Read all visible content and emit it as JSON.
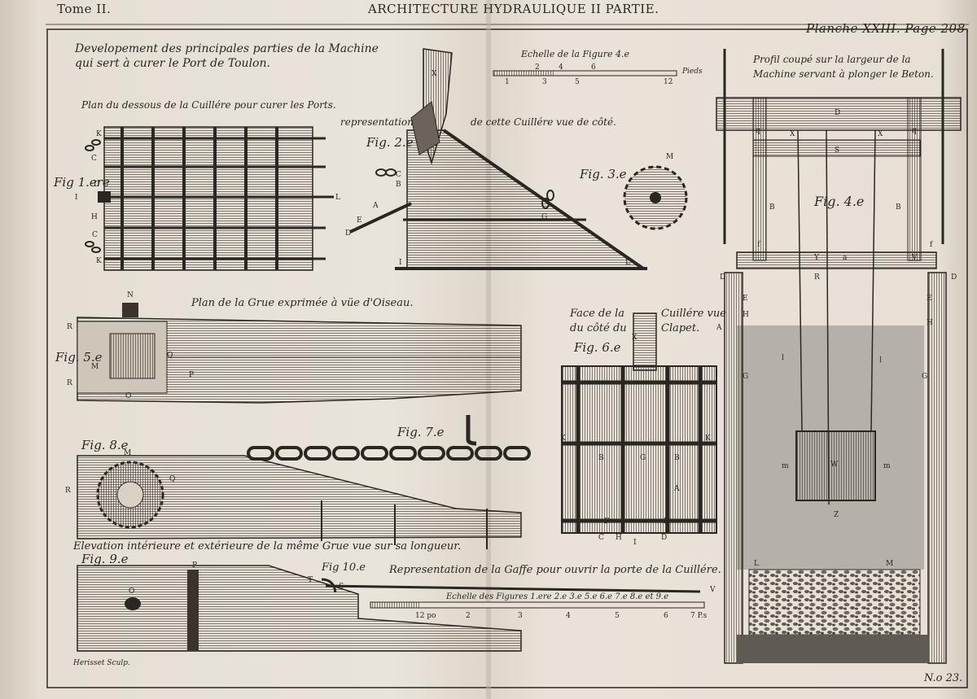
{
  "header": {
    "tome": "Tome II.",
    "title": "ARCHITECTURE HYDRAULIQUE II PARTIE.",
    "planche": "Planche XXIII. Page 208."
  },
  "captions": {
    "main_title_1": "Developement des principales parties de la Machine",
    "main_title_2": "qui sert à curer le Port de Toulon.",
    "plan_dessous": "Plan du dessous de la Cuillére pour curer les Ports.",
    "representation": "representation",
    "cuillere_cote": "de cette Cuillére vue de côté.",
    "plan_grue": "Plan de la Grue exprimée à vüe d'Oiseau.",
    "face_1": "Face de la",
    "face_2": "du côté du",
    "cuillere_vue": "Cuillére vue",
    "clapet": "Clapet.",
    "elevation": "Elevation intérieure et extérieure de la même Grue vue sur sa longueur.",
    "gaffe": "Representation de la Gaffe pour ouvrir la porte de la Cuillére.",
    "profil_1": "Profil coupé sur la largeur de la",
    "profil_2": "Machine servant à plonger le Beton.",
    "echelle_fig4": "Echelle de la Figure 4.e",
    "echelle_figs": "Echelle des Figures 1.ere 2.e 3.e 5.e 6.e 7.e 8.e et 9.e",
    "pieds": "Pieds",
    "engraver": "Herisset Sculp.",
    "plate_number": "N.o 23."
  },
  "figures": {
    "fig1": "Fig 1.ere",
    "fig2": "Fig. 2.e",
    "fig3": "Fig. 3.e",
    "fig4": "Fig. 4.e",
    "fig5": "Fig. 5.e",
    "fig6": "Fig. 6.e",
    "fig7": "Fig. 7.e",
    "fig8": "Fig. 8.e",
    "fig9": "Fig. 9.e",
    "fig10": "Fig 10.e"
  },
  "scales": {
    "fig4_ticks": [
      "1",
      "2",
      "3",
      "4",
      "5",
      "6",
      "12"
    ],
    "figs_ticks": [
      "12 po",
      "2",
      "3",
      "4",
      "5",
      "6",
      "7 P.s"
    ]
  },
  "letters": {
    "fig1": [
      "K",
      "C",
      "D",
      "I",
      "H",
      "C",
      "K",
      "L"
    ],
    "fig2": [
      "X",
      "C",
      "B",
      "A",
      "E",
      "D",
      "I",
      "L",
      "G"
    ],
    "fig3": [
      "M"
    ],
    "fig4": [
      "D",
      "q",
      "q",
      "X",
      "X",
      "S",
      "B",
      "B",
      "f",
      "f",
      "Y",
      "a",
      "V",
      "R",
      "D",
      "D",
      "E",
      "E",
      "H",
      "H",
      "G",
      "G",
      "A",
      "l",
      "l",
      "m",
      "m",
      "W",
      "Z",
      "L",
      "M"
    ],
    "fig5": [
      "N",
      "R",
      "M",
      "Q",
      "O",
      "P",
      "R"
    ],
    "fig6": [
      "X",
      "K",
      "K",
      "B",
      "G",
      "B",
      "A",
      "F",
      "E",
      "C",
      "H",
      "I",
      "D"
    ],
    "fig8": [
      "M",
      "R",
      "Q"
    ],
    "fig9": [
      "O",
      "P"
    ],
    "fig10": [
      "T",
      "S",
      "V"
    ]
  },
  "colors": {
    "paper": "#e6e0d5",
    "ink": "#2a2622",
    "water": "#8e8a83"
  }
}
